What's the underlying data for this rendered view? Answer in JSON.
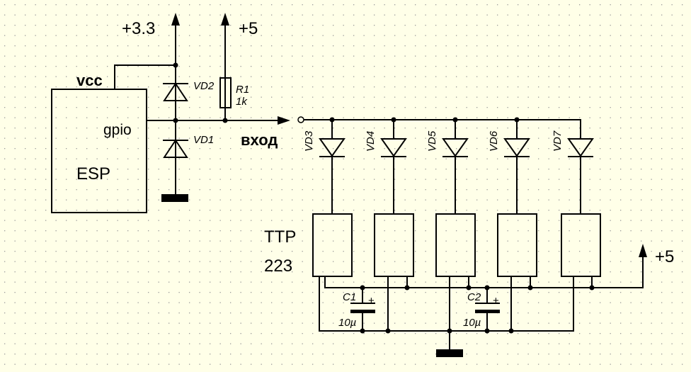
{
  "rails": {
    "v33": "+3.3",
    "v5_top": "+5",
    "v5_right": "+5"
  },
  "esp": {
    "name": "ESP",
    "vcc": "vcc",
    "gpio": "gpio"
  },
  "input_label": "вход",
  "diodes": {
    "vd1": "VD1",
    "vd2": "VD2",
    "vd3": "VD3",
    "vd4": "VD4",
    "vd5": "VD5",
    "vd6": "VD6",
    "vd7": "VD7"
  },
  "resistor": {
    "ref": "R1",
    "value": "1k"
  },
  "module": {
    "line1": "TTP",
    "line2": "223"
  },
  "caps": [
    {
      "ref": "C1",
      "value": "10µ",
      "plus": "+"
    },
    {
      "ref": "C2",
      "value": "10µ",
      "plus": "+"
    }
  ],
  "colors": {
    "background": "#ffffe8",
    "line": "#000000",
    "grid": "#9a9a9a"
  }
}
